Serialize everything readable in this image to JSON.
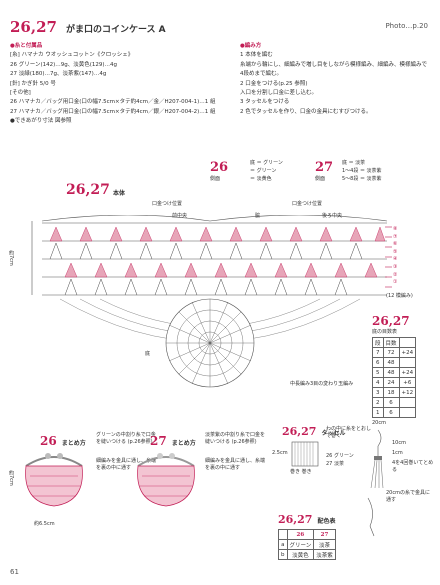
{
  "header": {
    "title_num": "26,27",
    "title_text": "がま口のコインケース A",
    "photo_ref": "Photo…p.20"
  },
  "materials": {
    "heading": "●糸と付属品",
    "lines": [
      "[糸] ハマナカ ウオッシュコットン《クロッシェ》",
      "26 グリーン(142)…9g、淡黄色(129)…4g",
      "27 淡緑(180)…7g、淡茶紫(147)…4g",
      "[針] かぎ針 5/0 号",
      "[その他]",
      "26 ハマナカ／バッグ用口金(口の幅7.5cm×タテ約4cm／金／H207-004-1)…1 組",
      "27 ハマナカ／バッグ用口金(口の幅7.5cm×タテ約4cm／銀／H207-004-2)…1 組",
      "●できあがり寸法 図参照"
    ]
  },
  "method": {
    "heading": "●編み方",
    "lines": [
      "1 本体を編む",
      "糸端から輪にし、細編みで増し目をしながら模様編み、細編み、模様編みで4段めまで編む。",
      "2 口金をつける(p.25 参照)",
      "入口を分割し口金に差し込む。",
      "3 タッセルをつける",
      "2 色でタッセルを作り、口金の金具にむすびつける。"
    ]
  },
  "diagram": {
    "main_title": "26,27",
    "main_label": "本体",
    "kuchigane_label": "口金つけ位置",
    "front_center": "前中央",
    "side_center": "脇",
    "back_center": "後ろ中央",
    "height_label": "約7cm",
    "width_label": "約6.5cm",
    "bottom": "底",
    "side_measure": "(12 模編み)",
    "stitch_note": "中長編み3目の変わり玉編み",
    "color_26": {
      "num": "26",
      "caption": "側面",
      "rows": [
        "底 ＝ グリーン",
        "＝ グリーン",
        "＝ 淡黄色"
      ]
    },
    "color_27": {
      "num": "27",
      "caption": "側面",
      "rows": [
        "底 ＝ 淡茶",
        "1〜4段 ＝ 淡茶紫",
        "5〜8段 ＝ 淡茶紫"
      ]
    },
    "row_numbers": [
      "⑧",
      "⑦",
      "⑥",
      "⑤",
      "④",
      "③",
      "②",
      "①"
    ]
  },
  "table_bottom": {
    "title": "26,27",
    "subtitle": "底の目数表",
    "headers": [
      "段",
      "目数",
      ""
    ],
    "rows": [
      [
        "7",
        "72",
        "+24"
      ],
      [
        "6",
        "48",
        ""
      ],
      [
        "5",
        "48",
        "+24"
      ],
      [
        "4",
        "24",
        "+6"
      ],
      [
        "3",
        "18",
        "+12"
      ],
      [
        "2",
        "6",
        ""
      ],
      [
        "1",
        "6",
        ""
      ]
    ]
  },
  "bottom_sections": {
    "sec26": {
      "num": "26",
      "title": "まとめ方",
      "note1": "グリーンの中割り糸で口金を縫いつける (p.26参照)",
      "note2": "細編みを金具に通し、糸端を裏の中に通す"
    },
    "sec27": {
      "num": "27",
      "title": "まとめ方",
      "note1": "淡茶紫の中割り糸で口金を縫いつける (p.26参照)",
      "note2": "細編みを金具に通し、糸端を裏の中に通す"
    },
    "tassel": {
      "num": "26,27",
      "title": "タッセル",
      "width": "2.5cm",
      "note": "わの中に糸をとおして巻く",
      "c26": "26 グリーン",
      "c27": "27 淡茶",
      "wrap": "巻き 巻き"
    },
    "tassel_right": {
      "l1": "20cm",
      "l2": "10cm",
      "l3": "1cm",
      "l4": "4を4回巻いてとめる",
      "l5": "20cmの糸で金具に通す"
    },
    "color_table": {
      "title": "26,27",
      "subtitle": "配色表",
      "headers": [
        "",
        "26",
        "27"
      ],
      "rows": [
        [
          "a",
          "グリーン",
          "淡茶"
        ],
        [
          "b",
          "淡黄色",
          "淡茶紫"
        ]
      ]
    }
  },
  "page_number": "61"
}
